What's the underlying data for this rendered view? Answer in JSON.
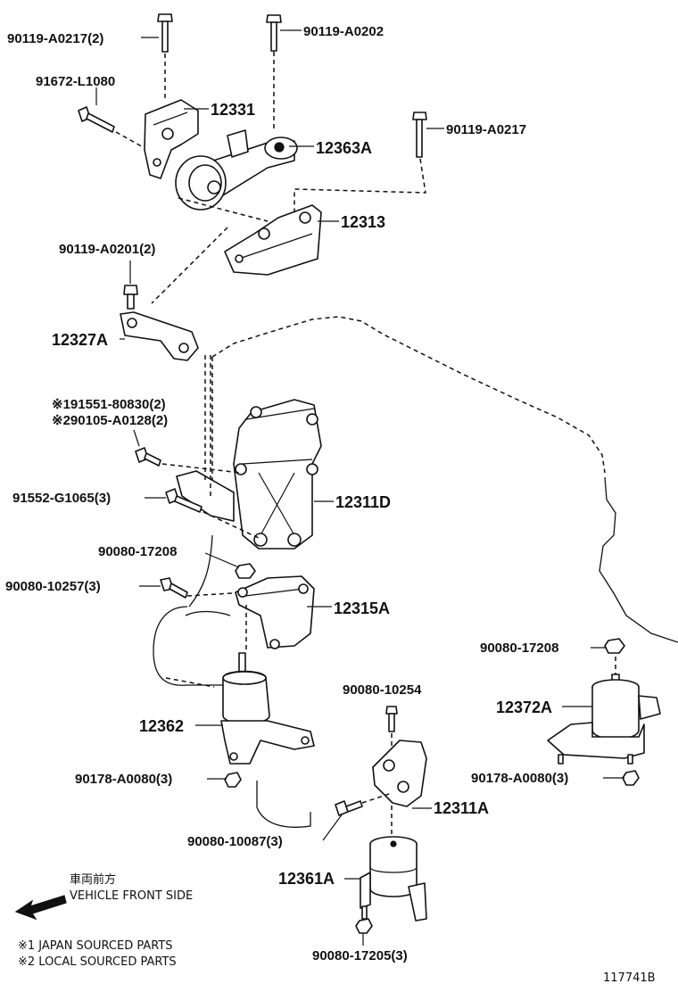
{
  "figure_id": "117741B",
  "legend": {
    "front_jp": "車両前方",
    "front_en": "VEHICLE FRONT SIDE",
    "note1": "※1 JAPAN SOURCED PARTS",
    "note2": "※2 LOCAL SOURCED PARTS"
  },
  "callouts": [
    {
      "id": "p1",
      "text": "90119-A0217(2)"
    },
    {
      "id": "p2",
      "text": "90119-A0202"
    },
    {
      "id": "p3",
      "text": "91672-L1080"
    },
    {
      "id": "p4",
      "text": "12331"
    },
    {
      "id": "p5",
      "text": "12363A"
    },
    {
      "id": "p6",
      "text": "90119-A0217"
    },
    {
      "id": "p7",
      "text": "12313"
    },
    {
      "id": "p8",
      "text": "90119-A0201(2)"
    },
    {
      "id": "p9",
      "text": "12327A"
    },
    {
      "id": "p10",
      "text": "※191551-80830(2)"
    },
    {
      "id": "p11",
      "text": "※290105-A0128(2)"
    },
    {
      "id": "p12",
      "text": "91552-G1065(3)"
    },
    {
      "id": "p13",
      "text": "12311D"
    },
    {
      "id": "p14",
      "text": "90080-17208"
    },
    {
      "id": "p15",
      "text": "90080-10257(3)"
    },
    {
      "id": "p16",
      "text": "12315A"
    },
    {
      "id": "p17",
      "text": "90080-17208"
    },
    {
      "id": "p18",
      "text": "90080-10254"
    },
    {
      "id": "p19",
      "text": "12372A"
    },
    {
      "id": "p20",
      "text": "12362"
    },
    {
      "id": "p21",
      "text": "90178-A0080(3)"
    },
    {
      "id": "p22",
      "text": "90178-A0080(3)"
    },
    {
      "id": "p23",
      "text": "12311A"
    },
    {
      "id": "p24",
      "text": "90080-10087(3)"
    },
    {
      "id": "p25",
      "text": "12361A"
    },
    {
      "id": "p26",
      "text": "90080-17205(3)"
    }
  ]
}
